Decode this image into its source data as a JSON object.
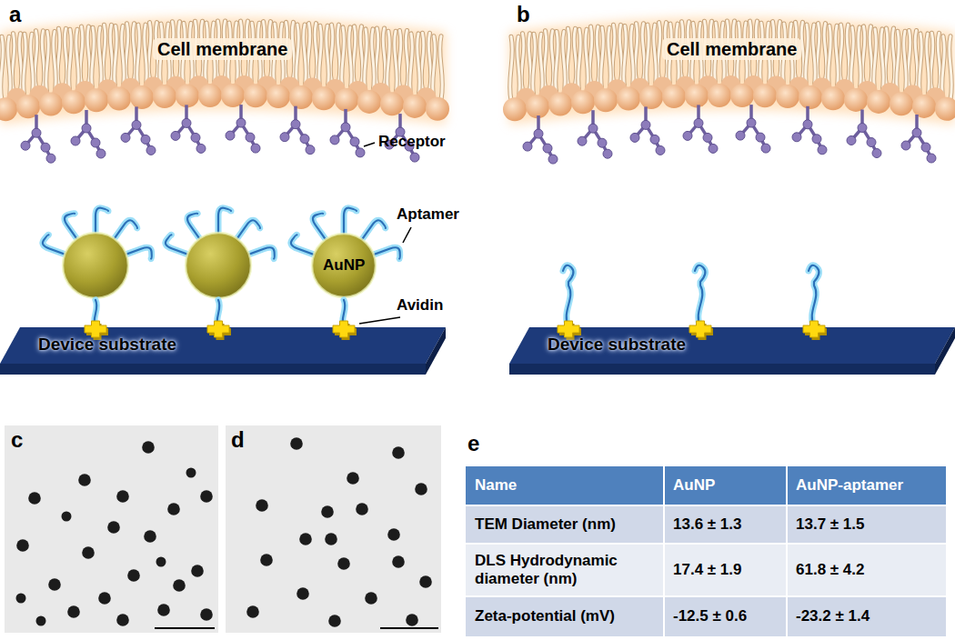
{
  "diagram": {
    "nodes": [
      {
        "text": [
          "Cell membrane"
        ]
      },
      {
        "text": [
          "AuNP"
        ]
      },
      {
        "text": [
          "Device substrate"
        ]
      },
      {
        "text": [
          "Cell membrane"
        ]
      },
      {
        "text": [
          "Device substrate"
        ]
      }
    ],
    "labels": [
      "a",
      "Receptor",
      "Aptamer",
      "Avidin",
      "b",
      "c",
      "d",
      "e",
      "Name",
      "AuNP",
      "AuNP-aptamer",
      "TEM Diameter (nm)",
      "13.6 ± 1.3",
      "13.7 ± 1.5",
      "DLS Hydrodynamic diameter (nm)",
      "17.4 ± 1.9",
      "61.8 ± 4.2",
      "Zeta-potential (mV)",
      "-12.5 ± 0.6",
      "-23.2 ± 1.4"
    ]
  }
}
